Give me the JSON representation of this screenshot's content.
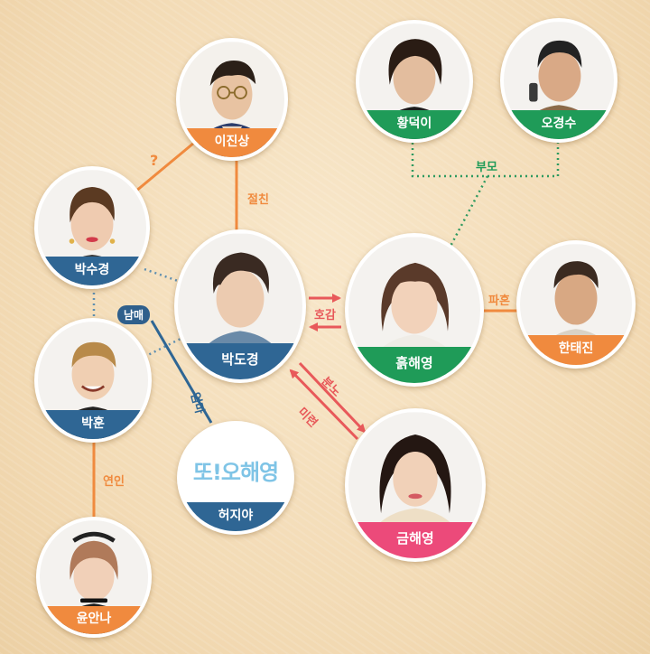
{
  "colors": {
    "orange": "#f08a3e",
    "blue": "#2f6694",
    "green": "#1f9b58",
    "pink": "#ec4a7a",
    "red": "#e8595a",
    "dotted_blue": "#5f8fb0",
    "dotted_green": "#2f9a60"
  },
  "nodes": {
    "lee_jinsang": {
      "name": "이진상",
      "band": "orange"
    },
    "park_sukyung": {
      "name": "박수경",
      "band": "blue"
    },
    "park_dokyung": {
      "name": "박도경",
      "band": "blue"
    },
    "park_hoon": {
      "name": "박훈",
      "band": "blue"
    },
    "heo_jiya": {
      "name": "허지야",
      "band": "blue",
      "logo": "또!오해영"
    },
    "yoon_anna": {
      "name": "윤안나",
      "band": "orange"
    },
    "hwang_deoki": {
      "name": "황덕이",
      "band": "green"
    },
    "oh_kyungsoo": {
      "name": "오경수",
      "band": "green"
    },
    "heuk_haeyoung": {
      "name": "흙해영",
      "band": "green"
    },
    "han_taejin": {
      "name": "한태진",
      "band": "orange"
    },
    "geum_haeyoung": {
      "name": "금해영",
      "band": "pink"
    }
  },
  "relations": {
    "q": "?",
    "close_friend": "절친",
    "siblings": "남매",
    "mother": "엄마",
    "like": "호감",
    "parents": "부모",
    "broken_engagement": "파혼",
    "anger": "분노",
    "lingering": "미련",
    "lovers": "연인"
  }
}
